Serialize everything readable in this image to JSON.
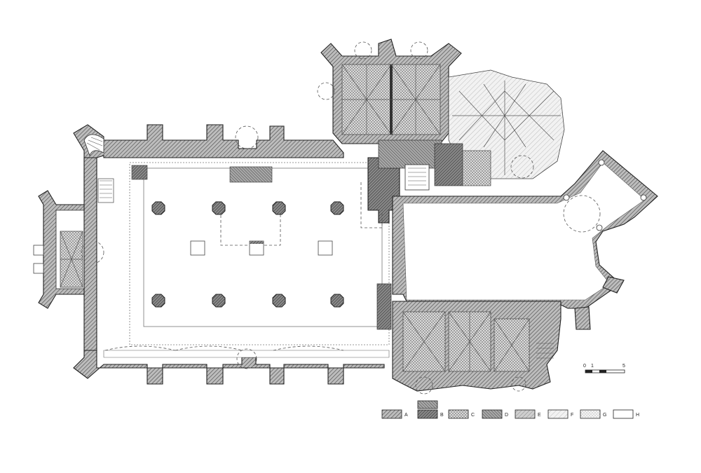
{
  "legend": [
    {
      "key": "A",
      "pattern": "hatchA"
    },
    {
      "key": "B",
      "pattern": "hatchB"
    },
    {
      "key": "C",
      "pattern": "hatchC"
    },
    {
      "key": "D",
      "pattern": "hatchD"
    },
    {
      "key": "E",
      "pattern": "hatchE"
    },
    {
      "key": "F",
      "pattern": "hatchF"
    },
    {
      "key": "G",
      "pattern": "hatchG"
    },
    {
      "key": "H",
      "pattern": "none"
    }
  ],
  "scale": {
    "tick_start": "0",
    "tick_one": "1",
    "tick_end": "5"
  },
  "colors": {
    "ink": "#222222",
    "paper": "#ffffff",
    "hatch": "#666666"
  }
}
